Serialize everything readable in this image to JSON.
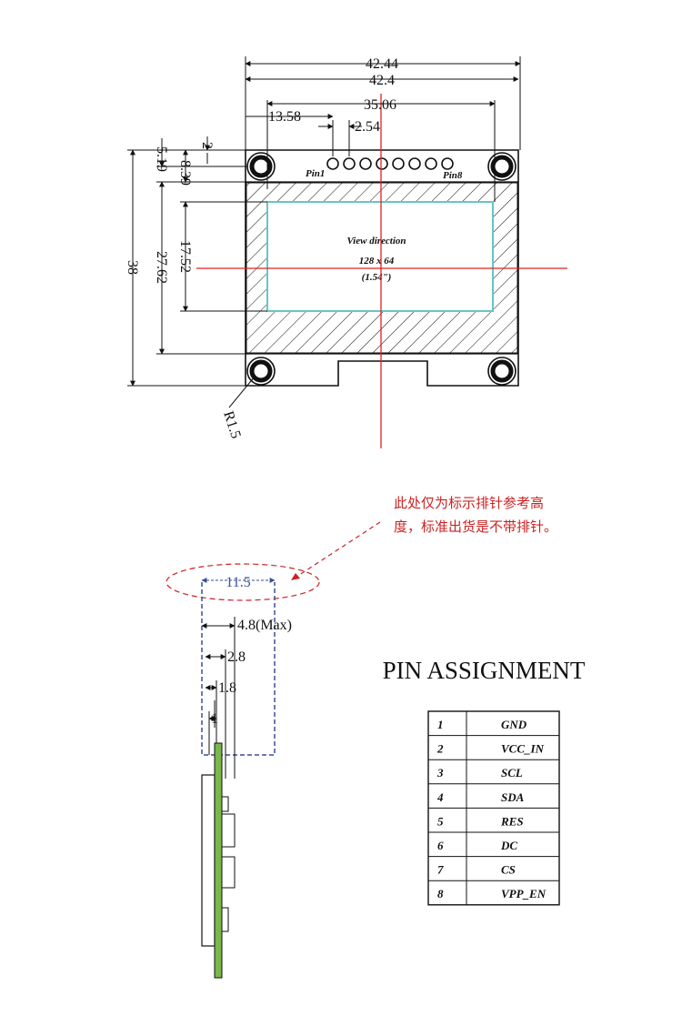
{
  "top_view": {
    "dims": {
      "overall_outer": "42.44",
      "overall_inner": "42.4",
      "hole_spacing": "35.06",
      "pin1_offset": "13.58",
      "pin_pitch": "2.54",
      "top_offset": "2",
      "hole_center": "5.19",
      "glass_top": "8.39",
      "active_height": "17.52",
      "glass_height": "27.62",
      "overall_height": "38",
      "hole_radius": "R1.5"
    },
    "pin_labels": {
      "first": "Pin1",
      "last": "Pin8"
    },
    "screen": {
      "view_direction": "View direction",
      "resolution": "128 x 64",
      "size": "(1.54\")"
    }
  },
  "note": {
    "line1": "此处仅为标示排针参考高",
    "line2": "度，标准出货是不带排针。"
  },
  "side_view": {
    "dims": {
      "header_height": "11.5",
      "max_thickness": "4.8(Max)",
      "d2": "2.8",
      "d3": "1.8",
      "d4": "1"
    }
  },
  "pin_assignment": {
    "title": "PIN ASSIGNMENT",
    "rows": [
      {
        "num": "1",
        "name": "GND"
      },
      {
        "num": "2",
        "name": "VCC_IN"
      },
      {
        "num": "3",
        "name": "SCL"
      },
      {
        "num": "4",
        "name": "SDA"
      },
      {
        "num": "5",
        "name": "RES"
      },
      {
        "num": "6",
        "name": "DC"
      },
      {
        "num": "7",
        "name": "CS"
      },
      {
        "num": "8",
        "name": "VPP_EN"
      }
    ]
  },
  "colors": {
    "crosshair": "#e02020",
    "note_red": "#cc2222",
    "active_area": "#66c6c6",
    "pcb_green": "#7bb84a",
    "blue_dash": "#3a4f96"
  }
}
